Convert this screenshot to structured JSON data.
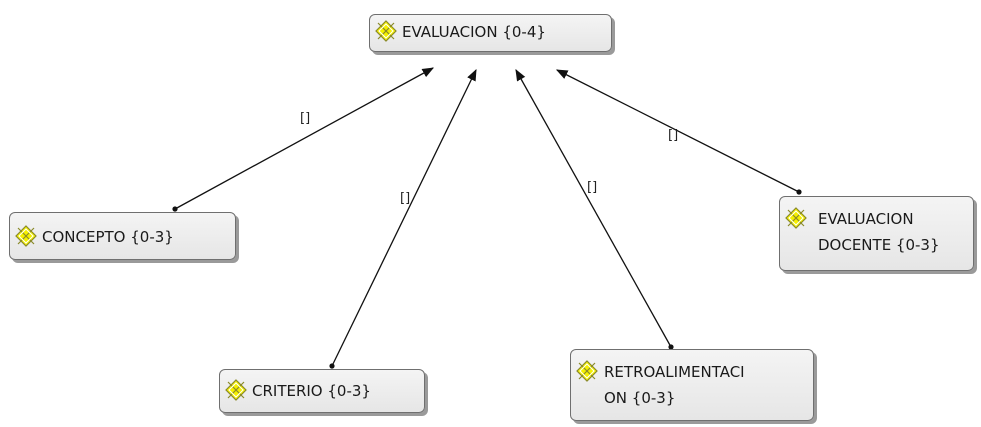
{
  "nodes": {
    "evaluacion": {
      "label": "EVALUACION {0-4}",
      "icon": "concept-icon"
    },
    "concepto": {
      "label": "CONCEPTO {0-3}",
      "icon": "concept-icon"
    },
    "criterio": {
      "label": "CRITERIO {0-3}",
      "icon": "concept-icon"
    },
    "retroalimentacion": {
      "label": "RETROALIMENTACI\nON {0-3}",
      "icon": "concept-icon"
    },
    "evaluacion_docente": {
      "label": "EVALUACION\nDOCENTE {0-3}",
      "icon": "concept-icon"
    }
  },
  "links": [
    {
      "from": "concepto",
      "to": "evaluacion",
      "label": "[]"
    },
    {
      "from": "criterio",
      "to": "evaluacion",
      "label": "[]"
    },
    {
      "from": "retroalimentacion",
      "to": "evaluacion",
      "label": "[]"
    },
    {
      "from": "evaluacion_docente",
      "to": "evaluacion",
      "label": "[]"
    }
  ],
  "colors": {
    "icon_fill": "#f5f000",
    "icon_outline": "#8a8a2a",
    "line": "#111111"
  }
}
